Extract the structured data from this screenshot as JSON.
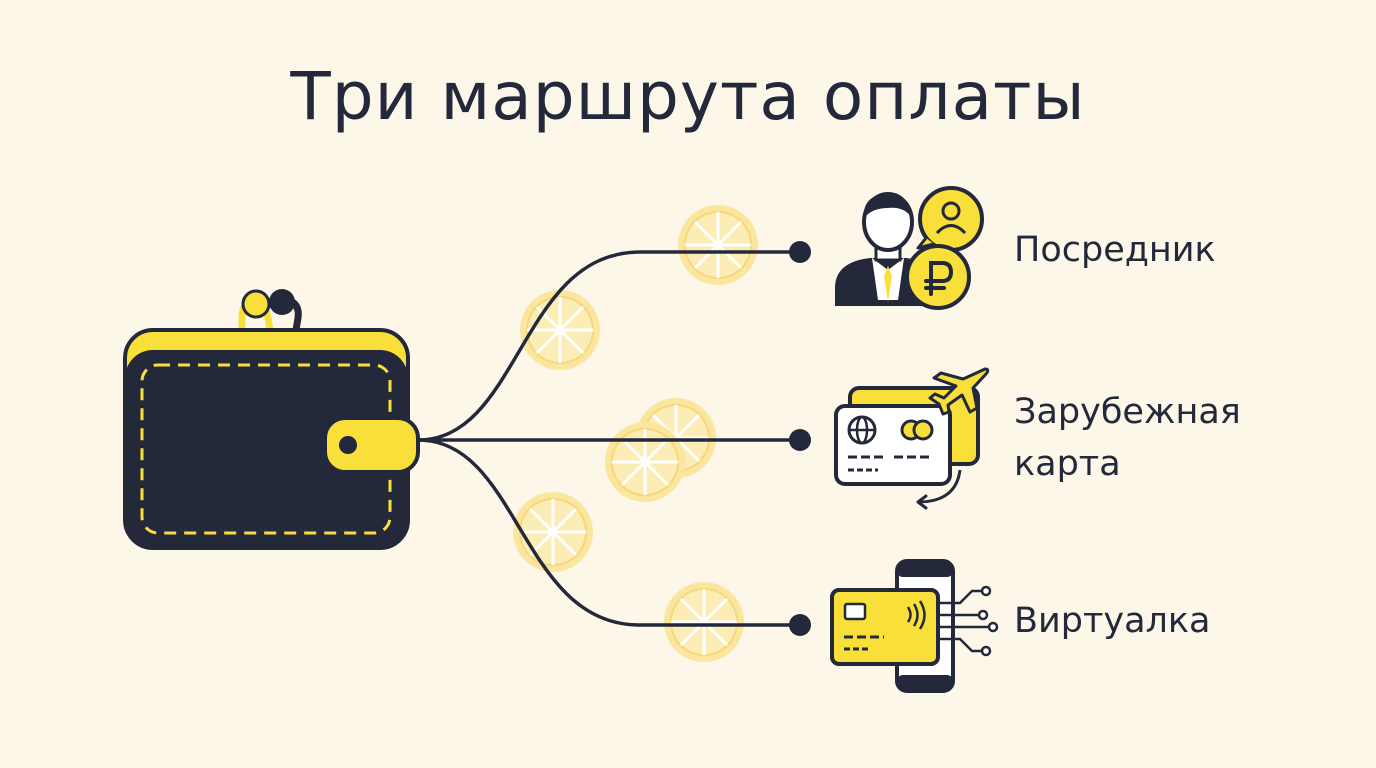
{
  "title": "Три маршрута оплаты",
  "routes": [
    {
      "label_lines": [
        "Посредник"
      ],
      "icon": "intermediary-person-ruble-icon"
    },
    {
      "label_lines": [
        "Зарубежная",
        "карта"
      ],
      "icon": "foreign-card-plane-icon"
    },
    {
      "label_lines": [
        "Виртуалка"
      ],
      "icon": "virtual-card-phone-icon"
    }
  ],
  "source_icon": "wallet-icon",
  "colors": {
    "background": "#fdf7e9",
    "dark": "#23293a",
    "yellow": "#f8df3a",
    "lemon": "#fbe6a0"
  }
}
